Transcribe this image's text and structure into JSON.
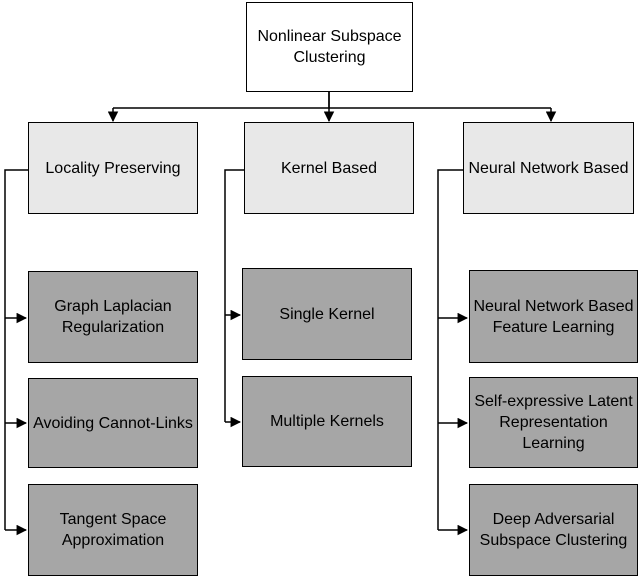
{
  "root": {
    "label": "Nonlinear Subspace\nClustering"
  },
  "categories": [
    {
      "label": "Locality Preserving",
      "children": [
        "Graph Laplacian\nRegularization",
        "Avoiding Cannot-Links",
        "Tangent Space\nApproximation"
      ]
    },
    {
      "label": "Kernel Based",
      "children": [
        "Single Kernel",
        "Multiple Kernels"
      ]
    },
    {
      "label": "Neural Network Based",
      "children": [
        "Neural Network Based\nFeature Learning",
        "Self-expressive Latent\nRepresentation\nLearning",
        "Deep Adversarial\nSubspace Clustering"
      ]
    }
  ],
  "colors": {
    "root": "#ffffff",
    "category": "#e8e8e8",
    "leaf": "#a6a6a6",
    "line": "#000000"
  }
}
